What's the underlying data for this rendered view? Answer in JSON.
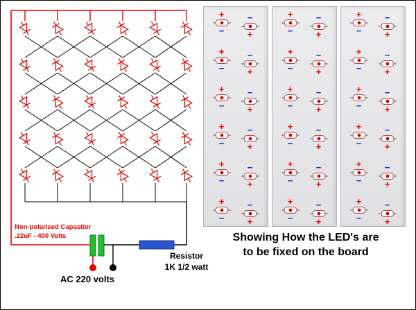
{
  "circuit": {
    "capacitor_label_line1": "Non-polarised Capasitor",
    "capacitor_label_line2": ".22uF - 400 Volts",
    "ac_label": "AC 220 volts",
    "resistor_label_line1": "Resistor",
    "resistor_label_line2": "1K  1/2 watt",
    "lattice": {
      "rows": 5,
      "columns": 6
    },
    "colors": {
      "wire_red": "#e60000",
      "wire_black": "#000000",
      "led_outline": "#dd0000",
      "capacitor_green": "#22c02e",
      "resistor_blue": "#2a55cc"
    }
  },
  "board": {
    "panel_count": 3,
    "rows_per_panel": 6,
    "left_unit": {
      "top": "+",
      "bottom": "−"
    },
    "right_unit": {
      "top": "−",
      "bottom": "+"
    },
    "colors": {
      "plus": "#e60000",
      "minus": "#2222cc",
      "led_dot": "#e00000",
      "led_outline": "#a84444",
      "panel_bg": "#e8e8ea"
    },
    "caption_line1": "Showing How the LED's are",
    "caption_line2": "to be fixed on the board"
  }
}
